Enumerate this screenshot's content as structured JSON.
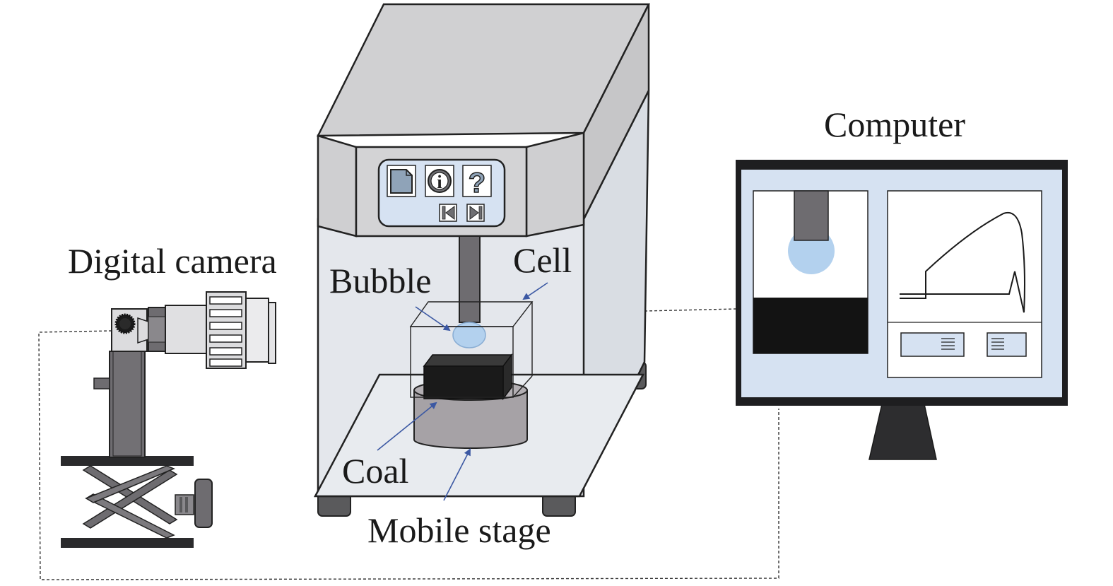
{
  "labels": {
    "digital_camera": "Digital camera",
    "bubble": "Bubble",
    "cell": "Cell",
    "coal": "Coal",
    "mobile_stage": "Mobile stage",
    "computer": "Computer"
  },
  "control_panel": {
    "icons": [
      "document-icon",
      "info-icon",
      "help-icon",
      "skip-back-icon",
      "skip-forward-icon"
    ],
    "info_glyph": "i",
    "help_glyph": "?"
  },
  "colors": {
    "instrument_top": "#d0d0d2",
    "instrument_body": "#e4e7ec",
    "panel": "#d6e2f2",
    "bubble": "#b3d1ee",
    "coal": "#1a1a1a",
    "stage": "#a6a2a6",
    "screen": "#d6e2f2",
    "arrow": "#3b58a3",
    "dark_metal": "#6e6c70"
  }
}
